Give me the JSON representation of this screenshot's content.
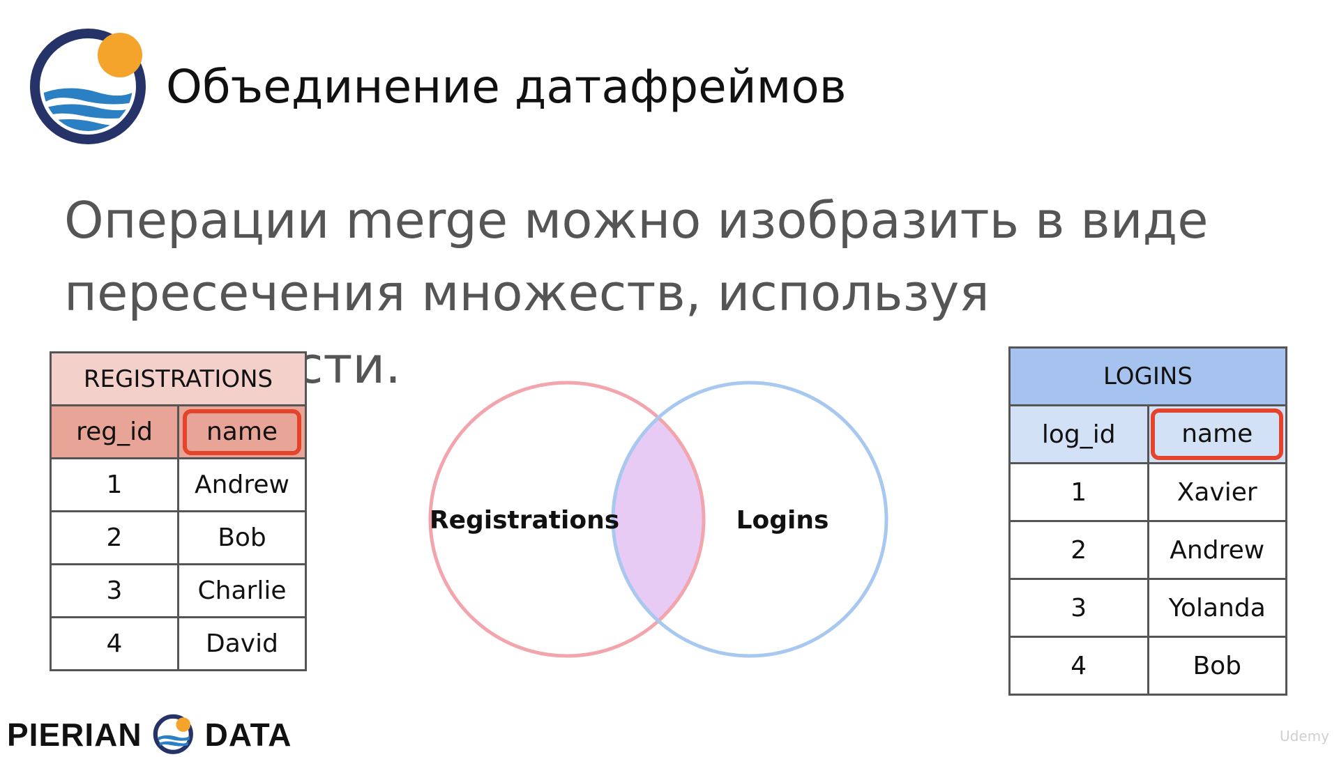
{
  "slide": {
    "title": "Объединение датафреймов",
    "text": "Операции merge можно изобразить в виде пересечения множеств, используя окружности."
  },
  "registrations": {
    "caption": "REGISTRATIONS",
    "columns": [
      "reg_id",
      "name"
    ],
    "highlighted_column": "name",
    "rows": [
      [
        "1",
        "Andrew"
      ],
      [
        "2",
        "Bob"
      ],
      [
        "3",
        "Charlie"
      ],
      [
        "4",
        "David"
      ]
    ]
  },
  "logins": {
    "caption": "LOGINS",
    "columns": [
      "log_id",
      "name"
    ],
    "highlighted_column": "name",
    "rows": [
      [
        "1",
        "Xavier"
      ],
      [
        "2",
        "Andrew"
      ],
      [
        "3",
        "Yolanda"
      ],
      [
        "4",
        "Bob"
      ]
    ]
  },
  "venn": {
    "left_label": "Registrations",
    "right_label": "Logins",
    "left_color": "#f2a5ad",
    "right_color": "#a8c8f0",
    "overlap_color": "#e8cbf5"
  },
  "brand": {
    "left": "PIERIAN",
    "right": "DATA",
    "icon": "pierian-data-logo-icon"
  },
  "watermark": "Udemy",
  "colors": {
    "registrations_caption": "#f4d0cb",
    "registrations_header": "#e8a496",
    "logins_caption": "#a6c3ef",
    "logins_header": "#d2e1f5",
    "highlight_border": "#e4442c"
  }
}
